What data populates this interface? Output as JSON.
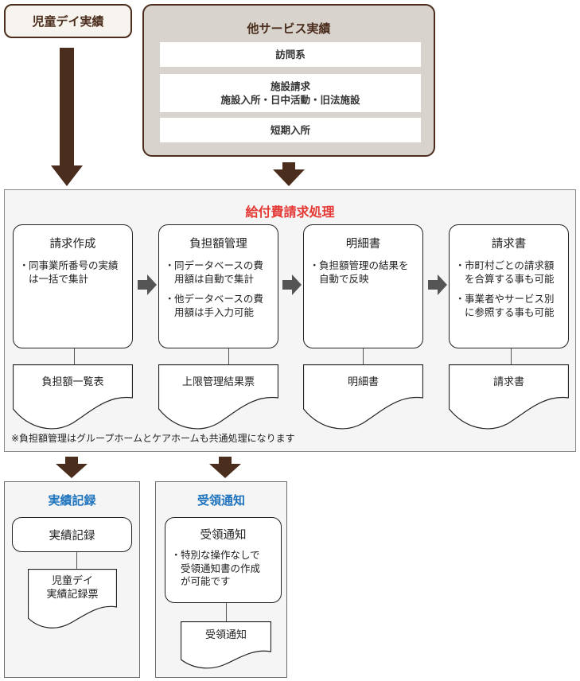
{
  "source_left": {
    "label": "児童デイ実績"
  },
  "other_services": {
    "title": "他サービス実績",
    "rows": [
      {
        "lines": [
          "訪問系"
        ]
      },
      {
        "lines": [
          "施設請求",
          "施設入所・日中活動・旧法施設"
        ]
      },
      {
        "lines": [
          "短期入所"
        ]
      }
    ]
  },
  "main": {
    "title": "給付費請求処理",
    "title_color": "#e53935",
    "steps": [
      {
        "title": "請求作成",
        "bullets": [
          [
            "同事業所番号の実績",
            "は一括で集計"
          ]
        ],
        "document": [
          "負担額一覧表"
        ]
      },
      {
        "title": "負担額管理",
        "bullets": [
          [
            "同データベースの費",
            "用額は自動で集計"
          ],
          [
            "他データベースの費",
            "用額は手入力可能"
          ]
        ],
        "document": [
          "上限管理結果票"
        ]
      },
      {
        "title": "明細書",
        "bullets": [
          [
            "負担額管理の結果を",
            "自動で反映"
          ]
        ],
        "document": [
          "明細書"
        ]
      },
      {
        "title": "請求書",
        "bullets": [
          [
            "市町村ごとの請求額",
            "を合算する事も可能"
          ],
          [
            "事業者やサービス別",
            "に参照する事も可能"
          ]
        ],
        "document": [
          "請求書"
        ]
      }
    ],
    "footnote": "※負担額管理はグループホームとケアホームも共通処理になります"
  },
  "outputs": [
    {
      "title": "実績記録",
      "title_color": "#1e73be",
      "process": {
        "title": "実績記録",
        "bullets": []
      },
      "document": [
        "児童デイ",
        "実績記録票"
      ]
    },
    {
      "title": "受領通知",
      "title_color": "#1e73be",
      "process": {
        "title": "受領通知",
        "bullets": [
          [
            "特別な操作なしで",
            "受領通知書の作成",
            "が可能です"
          ]
        ]
      },
      "document": [
        "受領通知"
      ]
    }
  ],
  "icons": {
    "flow_arrow_down": "brown-down-arrow",
    "step_arrow_right": "gray-right-arrow",
    "document_shape": "wavy-document"
  },
  "colors": {
    "brown": "#4a2d1c",
    "other_bg": "#d8d3cd",
    "panel_bg": "#f4f5f4",
    "step_arrow": "#555555"
  }
}
